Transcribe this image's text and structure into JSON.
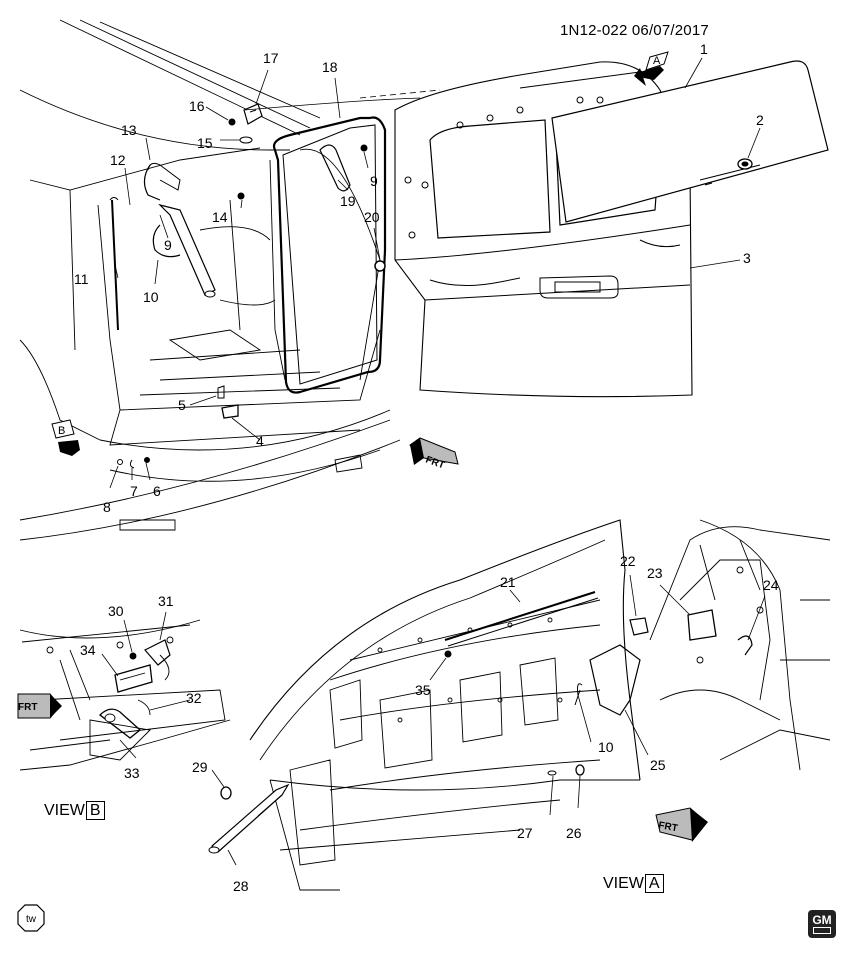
{
  "header": {
    "diagram_id": "1N12-022",
    "date": "06/07/2017"
  },
  "view_a": {
    "label": "VIEW",
    "letter": "A"
  },
  "view_b": {
    "label": "VIEW",
    "letter": "B"
  },
  "arrow_a": "A",
  "arrow_b": "B",
  "frt": "FRT",
  "tw_mark": "tw",
  "gm_logo": "GM",
  "callouts": [
    "1",
    "2",
    "3",
    "4",
    "5",
    "6",
    "7",
    "8",
    "9",
    "9",
    "10",
    "10",
    "11",
    "12",
    "13",
    "14",
    "15",
    "16",
    "17",
    "18",
    "19",
    "20",
    "21",
    "22",
    "23",
    "24",
    "25",
    "26",
    "27",
    "28",
    "29",
    "30",
    "31",
    "32",
    "33",
    "34",
    "35"
  ]
}
